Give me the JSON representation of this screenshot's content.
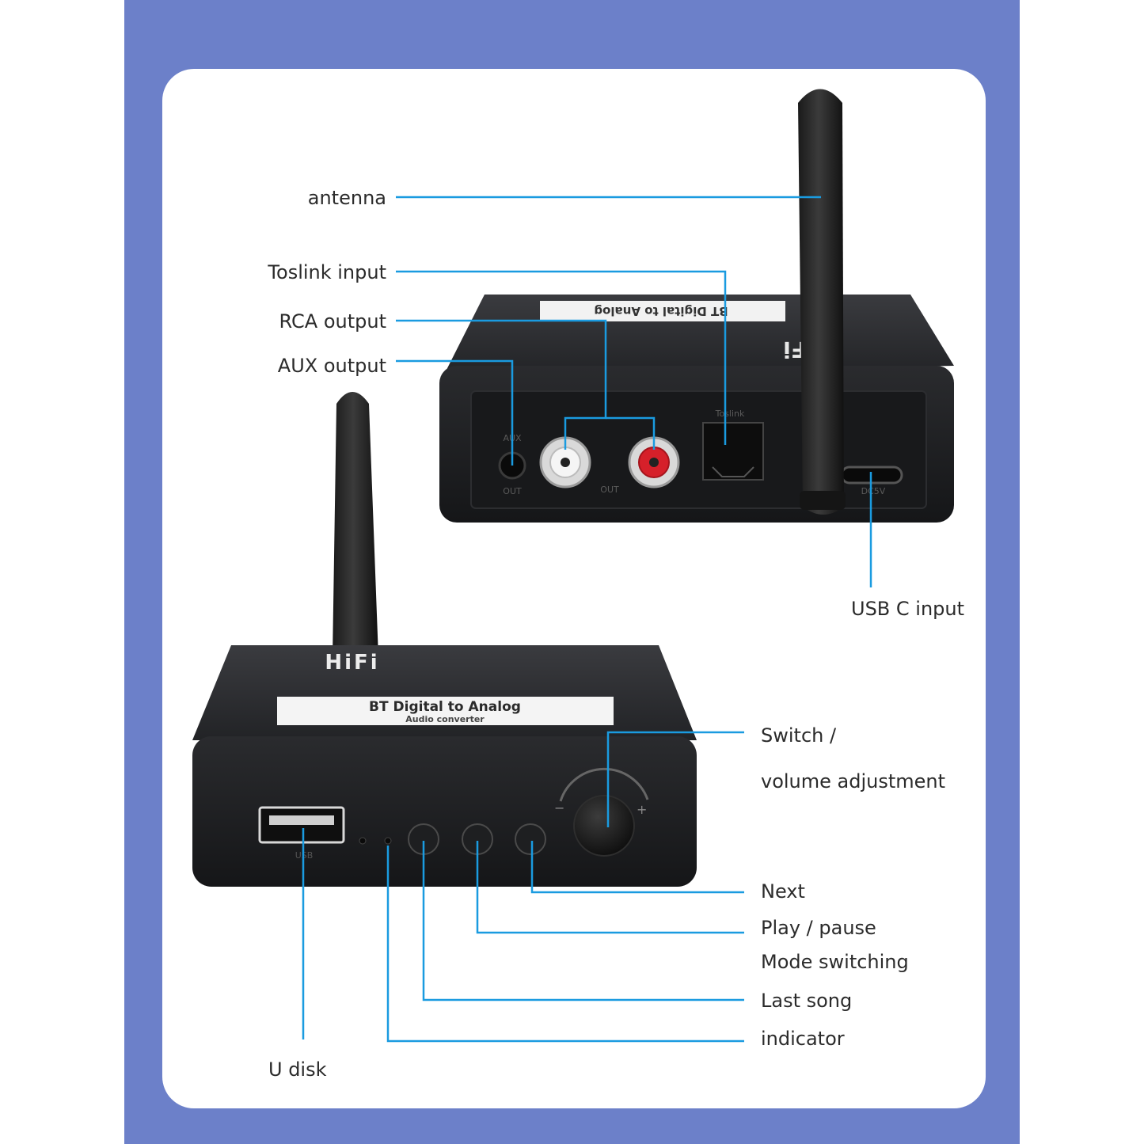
{
  "callouts": {
    "antenna": "antenna",
    "toslink": "Toslink input",
    "rca": "RCA output",
    "aux": "AUX output",
    "usbc": "USB C input",
    "switch_line1": "Switch /",
    "switch_line2": "volume adjustment",
    "next": "Next",
    "play": "Play / pause",
    "mode": "Mode switching",
    "last": "Last song",
    "indicator": "indicator",
    "udisk": "U disk"
  },
  "device": {
    "brand": "HiFi",
    "label_line1": "BT Digital to Analog",
    "label_line2": "Audio converter",
    "usb_port_label": "USB",
    "back_aux_label": "AUX",
    "back_out_label": "OUT",
    "back_toslink_label": "Toslink",
    "back_dc_label": "DC5V"
  },
  "colors": {
    "frame": "#6c80c9",
    "leader_line": "#1a9be0",
    "device_body": "#1c1d1f"
  }
}
